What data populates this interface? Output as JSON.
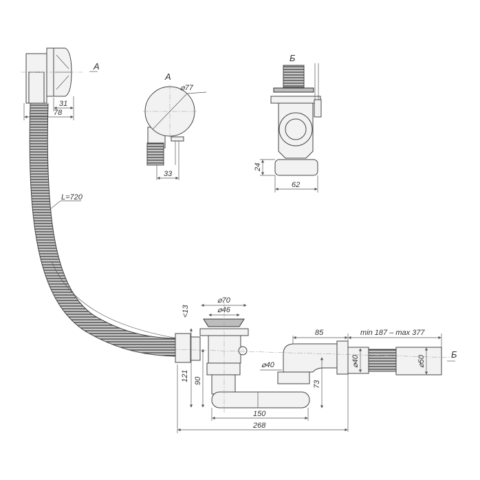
{
  "drawing": {
    "overflow_view": {
      "view_marker": "А",
      "dim_31": "31",
      "dim_78": "78",
      "hose_length": "L=720"
    },
    "view_a": {
      "title": "А",
      "diameter": "⌀77",
      "dim_33": "33"
    },
    "view_b": {
      "title": "Б",
      "dim_24": "24",
      "dim_62": "62"
    },
    "siphon": {
      "d70": "⌀70",
      "d46": "⌀46",
      "h13": "<13",
      "d40_left": "⌀40",
      "d40_right": "⌀40",
      "d50": "⌀50",
      "dim_85": "85",
      "telescopic": "min 187 – max 377",
      "view_marker": "Б",
      "dim_121": "121",
      "dim_90": "90",
      "dim_73": "73",
      "dim_150": "150",
      "dim_268": "268"
    }
  }
}
